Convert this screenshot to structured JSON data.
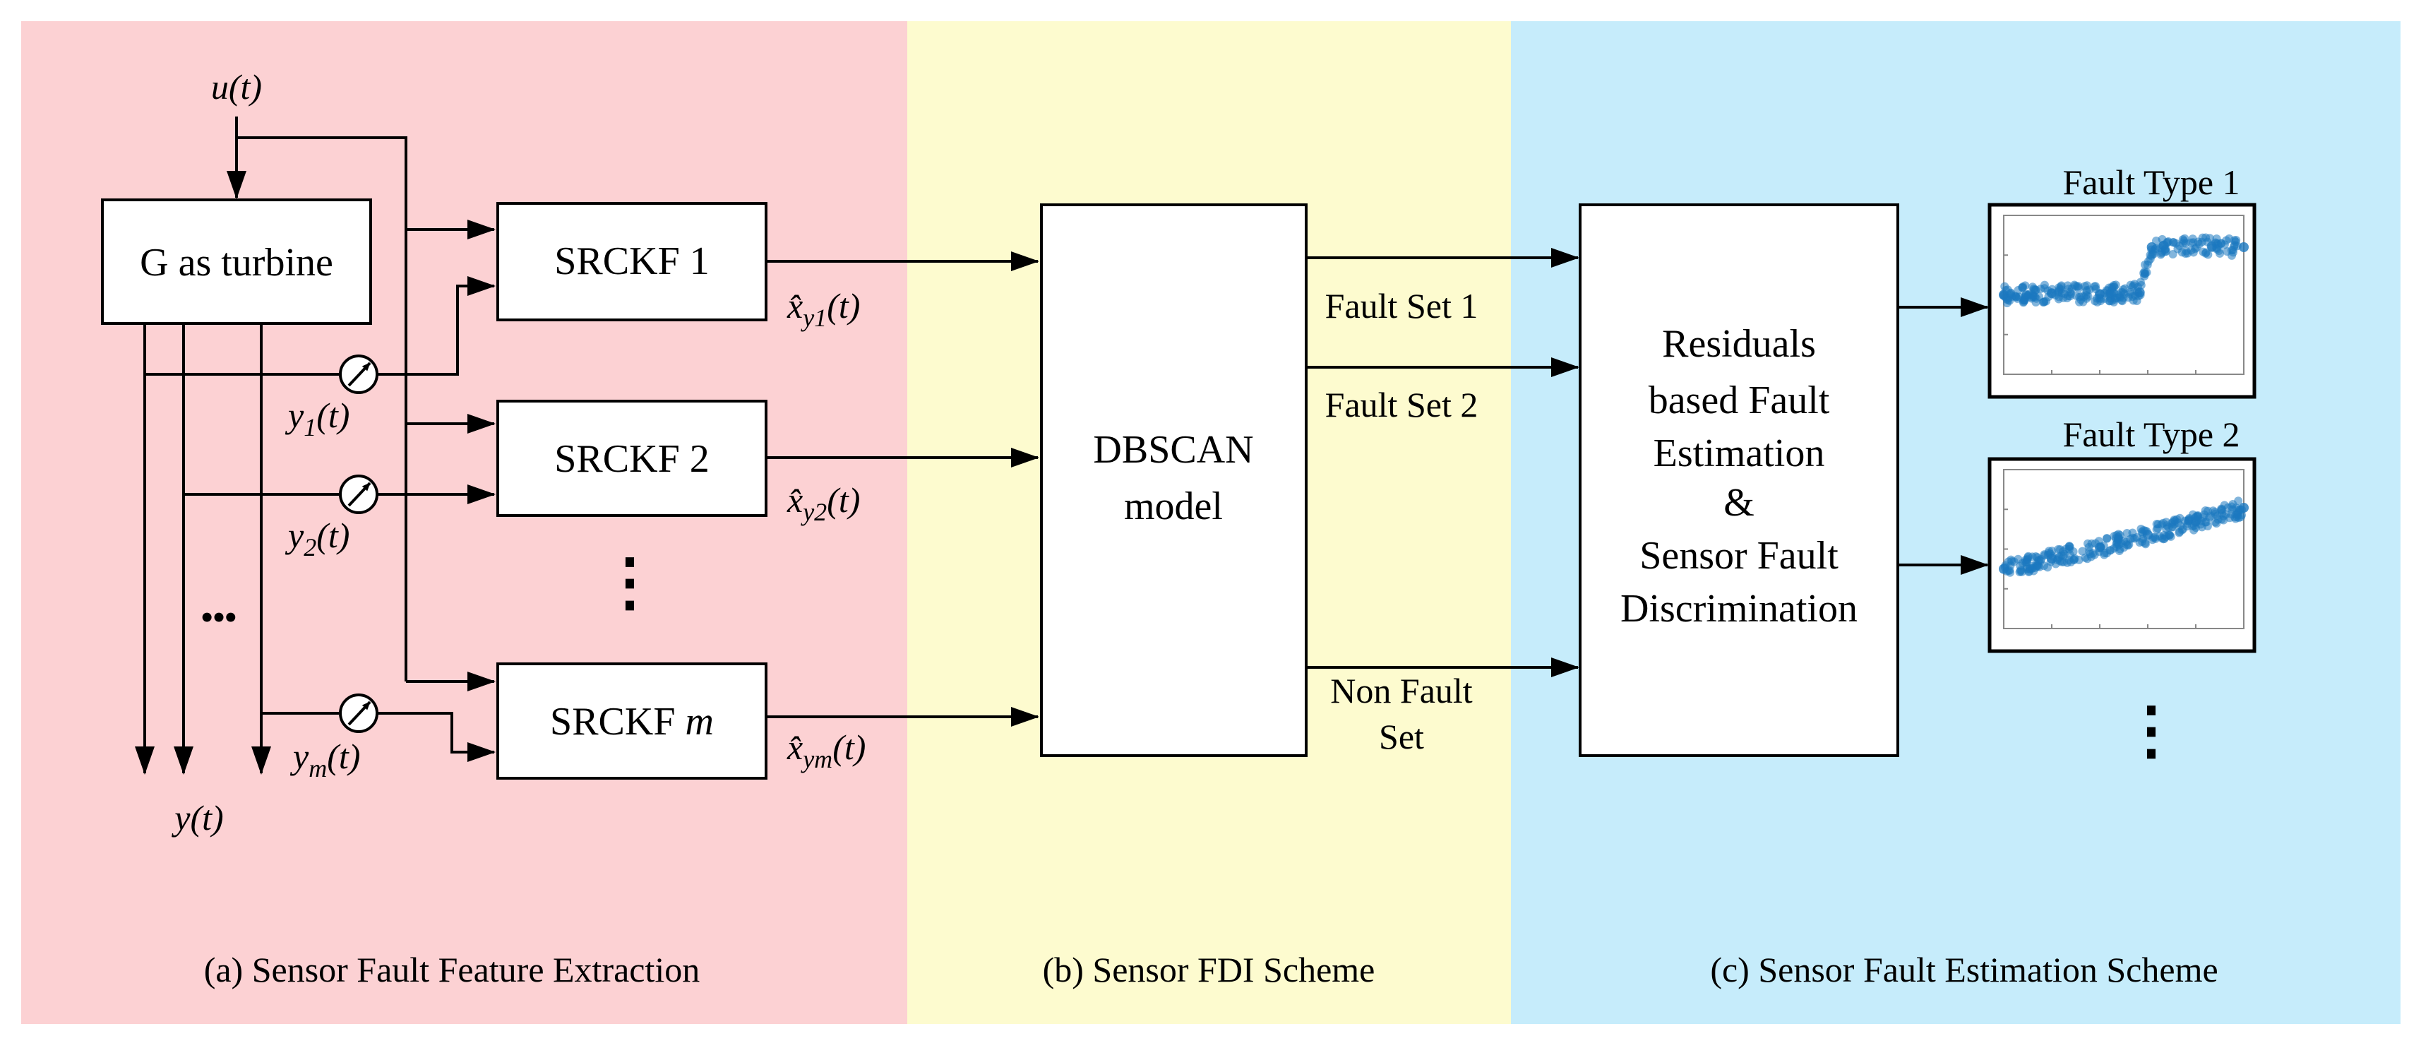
{
  "colors": {
    "panel_a": "#fcd1d3",
    "panel_b": "#fdfbcf",
    "panel_c": "#c6ecfb",
    "scatter_points": "#1b78bf",
    "lines": "#000000"
  },
  "panels": {
    "a": {
      "caption": "(a) Sensor Fault Feature Extraction"
    },
    "b": {
      "caption": "(b) Sensor FDI Scheme"
    },
    "c": {
      "caption": "(c) Sensor Fault Estimation Scheme"
    }
  },
  "signals": {
    "input": "u(t)",
    "output": "y(t)",
    "sensors": [
      {
        "base": "y",
        "sub": "1",
        "tail": "(t)"
      },
      {
        "base": "y",
        "sub": "2",
        "tail": "(t)"
      },
      {
        "base": "y",
        "sub": "m",
        "tail": "(t)"
      }
    ],
    "estimates": [
      {
        "base": "x̂",
        "sub": "y1",
        "tail": "(t)"
      },
      {
        "base": "x̂",
        "sub": "y2",
        "tail": "(t)"
      },
      {
        "base": "x̂",
        "sub": "ym",
        "tail": "(t)"
      }
    ],
    "ellipsis_h": "•••",
    "ellipsis_v": "⋮"
  },
  "blocks": {
    "gas_turbine": "G as turbine",
    "srckf_1": "SRCKF 1",
    "srckf_2": "SRCKF 2",
    "srckf_m_prefix": "SRCKF ",
    "srckf_m_suffix": "m",
    "dbscan": [
      "DBSCAN",
      "model"
    ],
    "estimation": [
      "Residuals",
      "based Fault",
      "Estimation",
      "&",
      "Sensor Fault",
      "Discrimination"
    ]
  },
  "fault_sets": {
    "set1": "Fault Set 1",
    "set2": "Fault Set 2",
    "non_fault": [
      "Non Fault",
      "Set"
    ]
  },
  "fault_types": {
    "type1": "Fault Type 1",
    "type2": "Fault Type 2"
  },
  "chart_data": [
    {
      "type": "scatter",
      "title": "Fault Type 1",
      "xlim": [
        0,
        300
      ],
      "ylim": [
        -10,
        10
      ],
      "series": [
        {
          "x": [
            0,
            60,
            120,
            170,
            185,
            200,
            260,
            300
          ],
          "y": [
            0,
            0.2,
            0.1,
            0.3,
            6,
            6.2,
            6.1,
            6.0
          ]
        }
      ],
      "note": "noisy step signal"
    },
    {
      "type": "scatter",
      "title": "Fault Type 2",
      "xlim": [
        0,
        300
      ],
      "ylim": [
        -10,
        10
      ],
      "series": [
        {
          "x": [
            0,
            60,
            120,
            180,
            240,
            300
          ],
          "y": [
            -2.5,
            -1.2,
            0.2,
            1.8,
            3.5,
            5.2
          ]
        }
      ],
      "note": "noisy drift signal"
    }
  ]
}
